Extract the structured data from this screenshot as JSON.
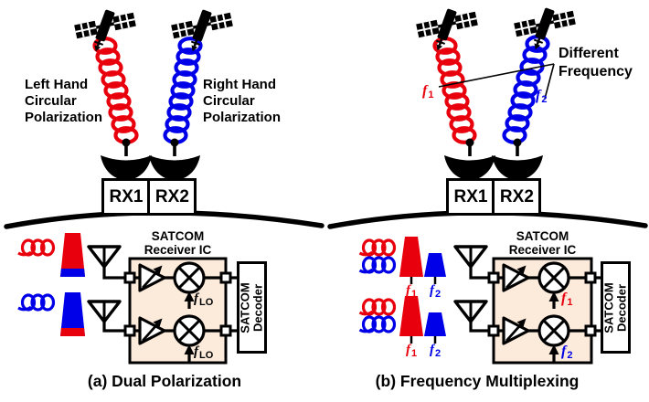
{
  "panel_a": {
    "caption": "(a) Dual Polarization",
    "left_beam_label": "Left Hand\nCircular\nPolarization",
    "right_beam_label": "Right Hand\nCircular\nPolarization",
    "rx1_label": "RX1",
    "rx2_label": "RX2",
    "ic_title": "SATCOM\nReceiver IC",
    "decoder_label": "SATCOM\nDecoder",
    "lo_label": {
      "base": "f",
      "sub": "LO"
    }
  },
  "panel_b": {
    "caption": "(b) Frequency Multiplexing",
    "annotation": "Different\nFrequency",
    "rx1_label": "RX1",
    "rx2_label": "RX2",
    "ic_title": "SATCOM\nReceiver IC",
    "decoder_label": "SATCOM\nDecoder",
    "f1_label": {
      "base": "f",
      "sub": "1"
    },
    "f2_label": {
      "base": "f",
      "sub": "2"
    }
  },
  "colors": {
    "signal_red": "#e8000d",
    "signal_blue": "#0000e8",
    "ic_fill": "#fcebdb",
    "ink": "#000000"
  }
}
